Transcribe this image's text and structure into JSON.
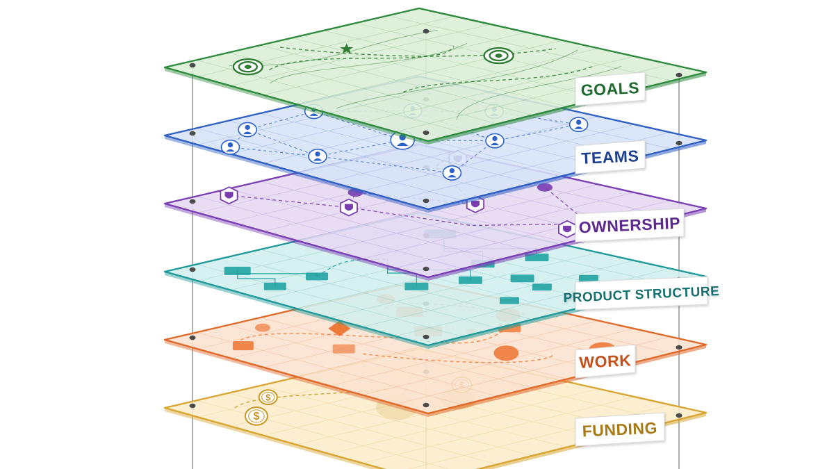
{
  "diagram": {
    "layers": [
      {
        "id": "goals",
        "label": "GOALS",
        "stroke": "#2e8b3e",
        "fill": "#dcefd6",
        "accent": "#2e7d32",
        "text": "#1f6b2e",
        "kind": "goals"
      },
      {
        "id": "teams",
        "label": "TEAMS",
        "stroke": "#2f5fc4",
        "fill": "#d6e4f7",
        "accent": "#2a62c9",
        "text": "#1d3f8f",
        "kind": "teams"
      },
      {
        "id": "ownership",
        "label": "OWNERSHIP",
        "stroke": "#7b3fb5",
        "fill": "#e6d8f3",
        "accent": "#7a3db0",
        "text": "#5b2a8e",
        "kind": "ownership"
      },
      {
        "id": "product",
        "label": "PRODUCT STRUCTURE",
        "stroke": "#1f9a9a",
        "fill": "#d2efee",
        "accent": "#22a3a3",
        "text": "#12706f",
        "kind": "product"
      },
      {
        "id": "work",
        "label": "WORK",
        "stroke": "#e0692a",
        "fill": "#fbe3cf",
        "accent": "#ee7a3a",
        "text": "#c4511b",
        "kind": "work"
      },
      {
        "id": "funding",
        "label": "FUNDING",
        "stroke": "#d8a531",
        "fill": "#fbeccb",
        "accent": "#c9951f",
        "text": "#a87a12",
        "kind": "funding"
      }
    ],
    "colors": {
      "post": "#9a9a9a",
      "bolt": "#4a4a4a"
    }
  }
}
